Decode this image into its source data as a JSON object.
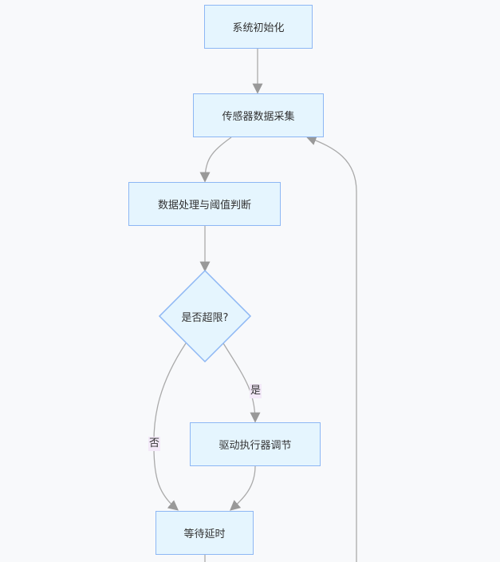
{
  "nodes": {
    "init": "系统初始化",
    "collect": "传感器数据采集",
    "process": "数据处理与阈值判断",
    "decision": "是否超限?",
    "actuate": "驱动执行器调节",
    "wait": "等待延时"
  },
  "edges": {
    "yes": "是",
    "no": "否"
  },
  "colors": {
    "node_fill": "#e5f5fe",
    "node_border": "#8db7f4",
    "edge": "#a8a8a8",
    "label_bg": "#f3e9f8"
  }
}
